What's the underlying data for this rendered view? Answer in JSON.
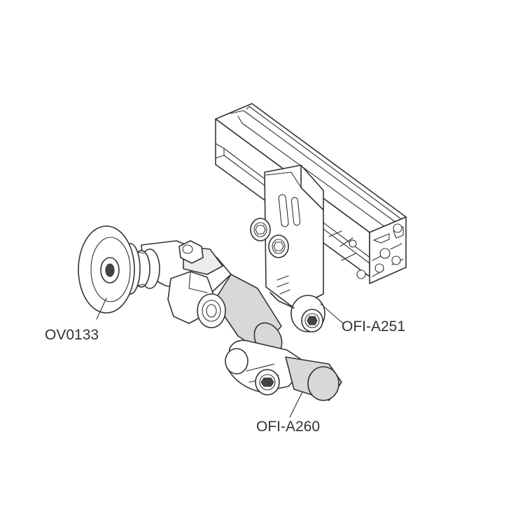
{
  "labels": {
    "ov0133": "OV0133",
    "ofi_a251": "OFI-A251",
    "ofi_a260": "OFI-A260"
  },
  "colors": {
    "line": "#333333",
    "part_fill": "#ffffff",
    "rod_fill": "#d8d8d8",
    "text": "#333333"
  }
}
